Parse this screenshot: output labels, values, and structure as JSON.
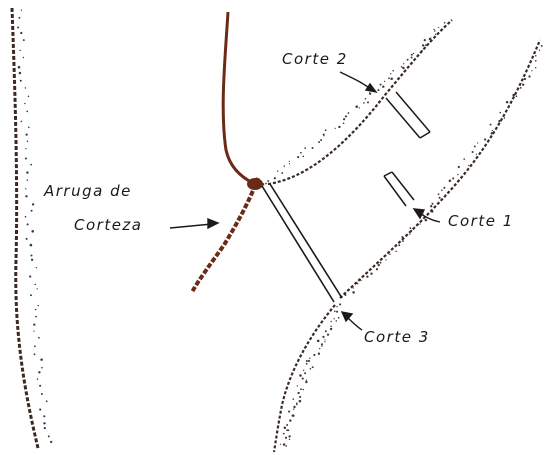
{
  "labels": {
    "corte2": "Corte 2",
    "corte1": "Corte 1",
    "corte3": "Corte 3",
    "arruga_line1": "Arruga de",
    "arruga_line2": "Corteza"
  },
  "colors": {
    "ink": "#1a1a1a",
    "bark": "#6b2a16",
    "stipple": "#3a3a3a"
  }
}
